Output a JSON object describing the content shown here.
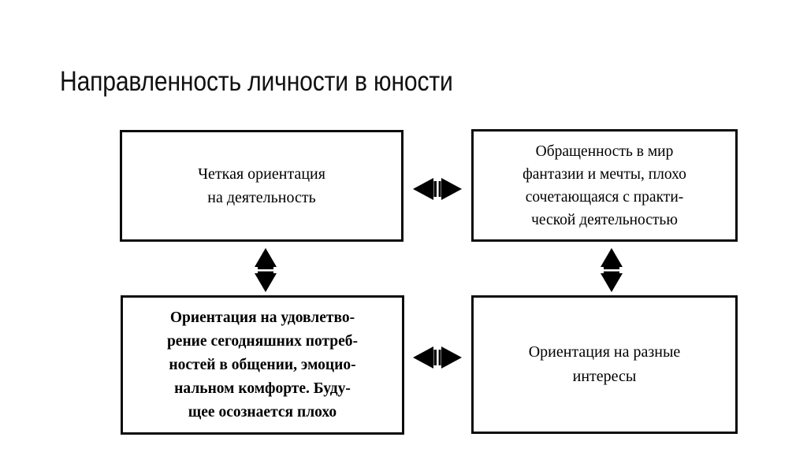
{
  "title": "Направленность личности в юности",
  "diagram": {
    "type": "relationship-diagram",
    "background_color": "#ffffff",
    "line_color": "#0b0b0b",
    "nodes": [
      {
        "id": "orientation-activity",
        "position": "top-left",
        "text": "Четкая ориентация\nна деятельность"
      },
      {
        "id": "fantasy-world",
        "position": "top-right",
        "text": "Обращенность в мир\nфантазии и мечты, плохо\nсочетающаяся с практи-\nческой деятельностью"
      },
      {
        "id": "present-needs",
        "position": "bottom-left",
        "text": "Ориентация на удовлетво-\nрение сегодняшних потреб-\nностей в общении, эмоцио-\nнальном комфорте. Буду-\nщее осознается плохо"
      },
      {
        "id": "varied-interests",
        "position": "bottom-right",
        "text": "Ориентация на разные\nинтересы"
      }
    ],
    "connectors": [
      {
        "id": "top-horizontal",
        "icon": "double-arrow-horizontal-icon",
        "from": "orientation-activity",
        "to": "fantasy-world",
        "direction": "both"
      },
      {
        "id": "bottom-horizontal",
        "icon": "double-arrow-horizontal-icon",
        "from": "present-needs",
        "to": "varied-interests",
        "direction": "both"
      },
      {
        "id": "left-vertical",
        "icon": "double-arrow-vertical-icon",
        "from": "orientation-activity",
        "to": "present-needs",
        "direction": "both"
      },
      {
        "id": "right-vertical",
        "icon": "double-arrow-vertical-icon",
        "from": "fantasy-world",
        "to": "varied-interests",
        "direction": "both"
      }
    ]
  }
}
